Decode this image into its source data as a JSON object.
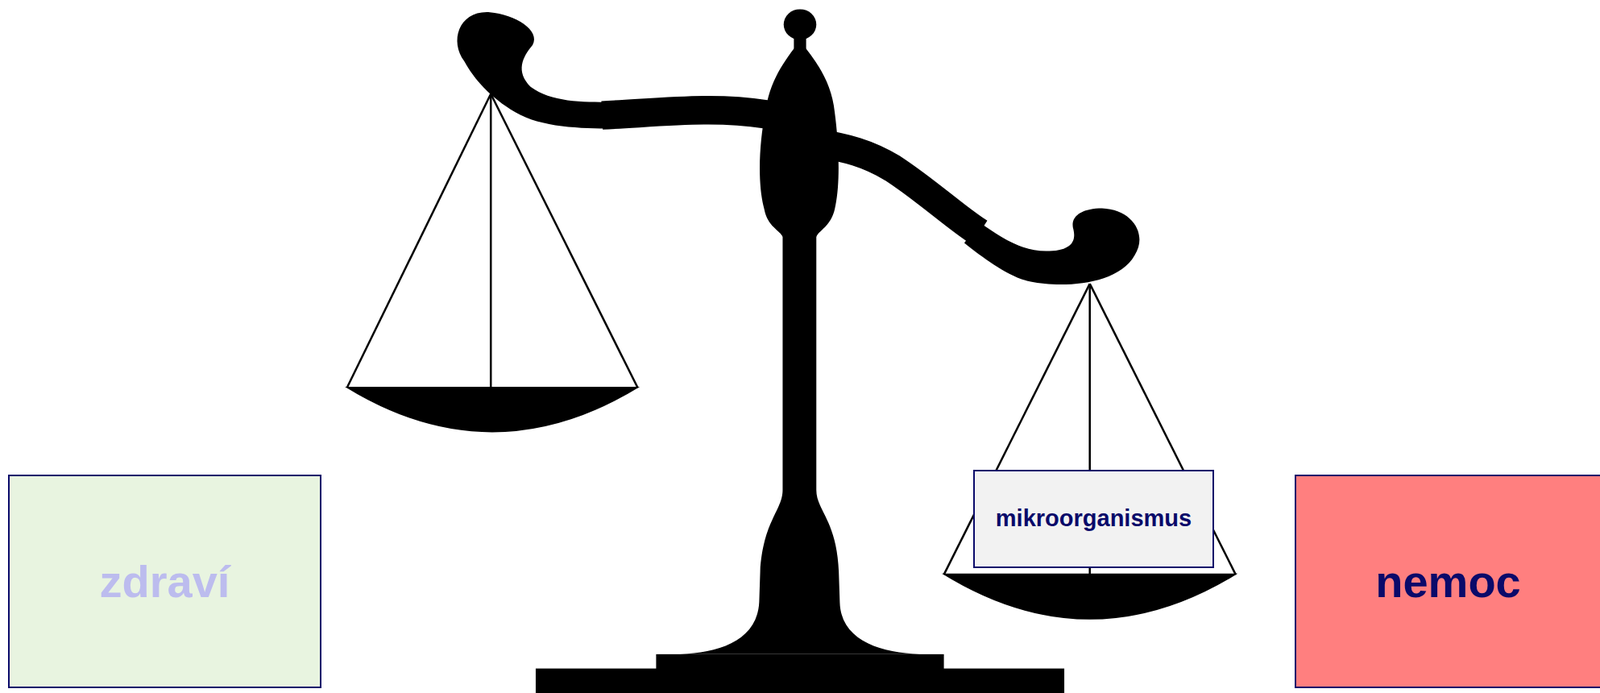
{
  "diagram": {
    "nodes": [
      {
        "text": [
          "zdraví"
        ]
      },
      {
        "text": [
          "mikroorganismus"
        ]
      },
      {
        "text": [
          "nemoc"
        ]
      }
    ]
  }
}
